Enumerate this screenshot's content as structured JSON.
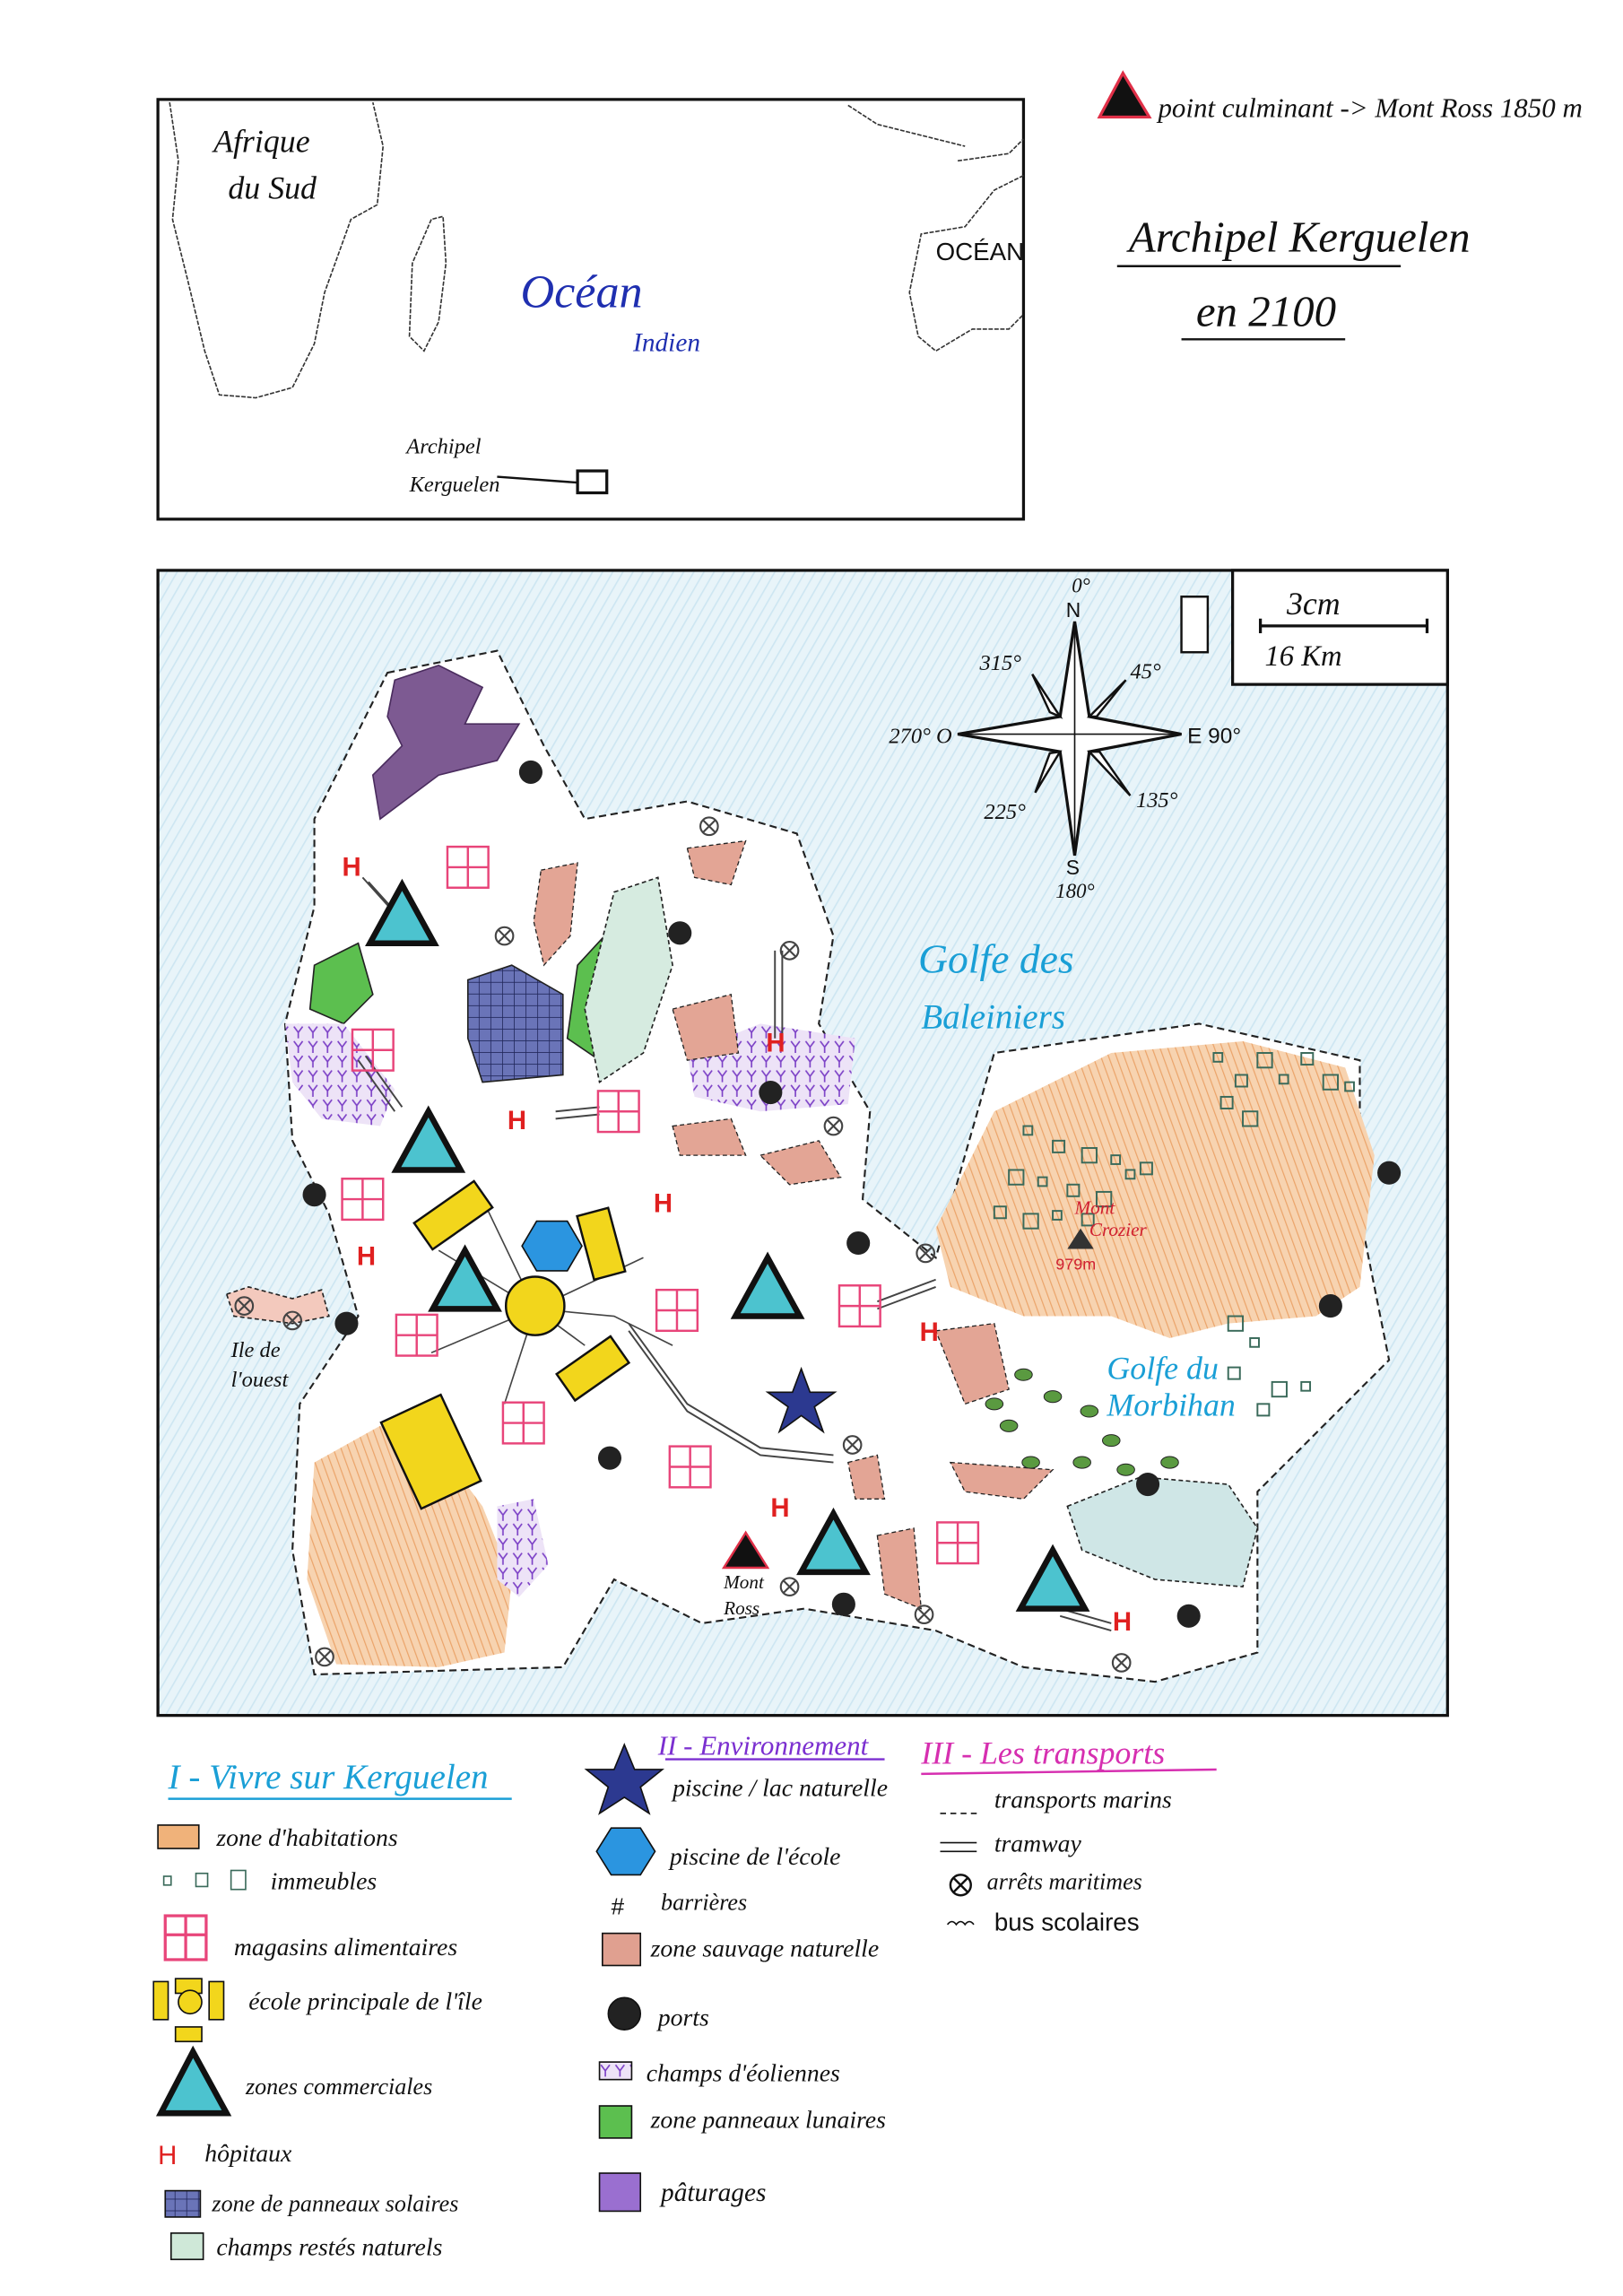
{
  "header": {
    "summit_legend": "point culminant -> Mont Ross 1850 m",
    "title": "Archipel Kerguelen",
    "subtitle": "en 2100"
  },
  "inset_map": {
    "labels": {
      "south_africa_1": "Afrique",
      "south_africa_2": "du Sud",
      "ocean_1": "Océan",
      "ocean_2": "Indien",
      "ocean_edge": "OCÉAN",
      "archipelago_1": "Archipel",
      "archipelago_2": "Kerguelen"
    }
  },
  "main_map": {
    "scale": {
      "distance_map": "3cm",
      "distance_real": "16 Km"
    },
    "compass": {
      "n": "N",
      "n_deg": "0°",
      "s": "S",
      "s_deg": "180°",
      "e": "E 90°",
      "w": "270° O",
      "ne": "45°",
      "se": "135°",
      "sw": "225°",
      "nw": "315°"
    },
    "labels": {
      "gulf_baleiniers_1": "Golfe des",
      "gulf_baleiniers_2": "Baleiniers",
      "gulf_morbihan_1": "Golfe du",
      "gulf_morbihan_2": "Morbihan",
      "mont_crozier_1": "Mont",
      "mont_crozier_2": "Crozier",
      "mont_crozier_alt": "979m",
      "ile_ouest_1": "Ile de",
      "ile_ouest_2": "l'ouest",
      "mont_ross_1": "Mont",
      "mont_ross_2": "Ross"
    }
  },
  "legend": {
    "section1": {
      "title": "I - Vivre sur Kerguelen",
      "items": [
        "zone d'habitations",
        "immeubles",
        "magasins alimentaires",
        "école principale de l'île",
        "zones commerciales",
        "hôpitaux",
        "zone de panneaux solaires",
        "champs restés naturels"
      ]
    },
    "section2": {
      "title": "II - Environnement",
      "items": [
        "piscine / lac naturelle",
        "piscine de l'école",
        "barrières",
        "zone sauvage naturelle",
        "ports",
        "champs d'éoliennes",
        "zone panneaux lunaires",
        "pâturages"
      ]
    },
    "section3": {
      "title": "III - Les transports",
      "items": [
        "transports marins",
        "tramway",
        "arrêts maritimes",
        "bus scolaires"
      ]
    }
  },
  "colors": {
    "habitation": "#f0b27a",
    "shop": "#e8457a",
    "school": "#f2d61c",
    "commercial": "#4cc3cf",
    "hospital": "#e02020",
    "solar": "#3b4a9a",
    "natural_fields": "#cfe8d8",
    "lake_star": "#2c3990",
    "school_pool": "#2b95e0",
    "wild": "#e0a090",
    "pasture": "#8a5bb5",
    "wind": "#7b3fc6",
    "lunar": "#4dbf4d",
    "sea": "#e6f3f8",
    "section1": "#1a9fd6",
    "section2": "#7b2fd0",
    "section3": "#d62fb0"
  }
}
